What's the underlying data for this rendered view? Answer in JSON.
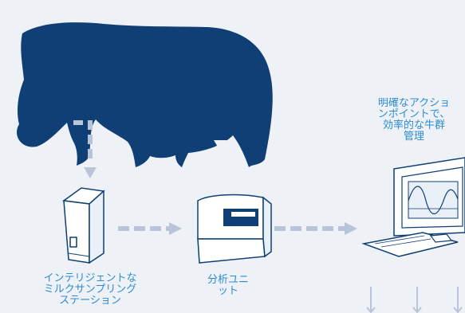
{
  "labels": {
    "sampler": [
      "インテリジェントな",
      "ミルクサンプリング",
      "ステーション"
    ],
    "analyzer": [
      "分析ユニ",
      "ット"
    ],
    "computer": [
      "明確なアクショ",
      "ンポイントで、",
      "効率的な牛群",
      "管理"
    ]
  },
  "colors": {
    "cow": "#0f3f74",
    "arrow": "#b9c4d9",
    "label": "#2d8bd1",
    "background": "#eef2f7"
  }
}
